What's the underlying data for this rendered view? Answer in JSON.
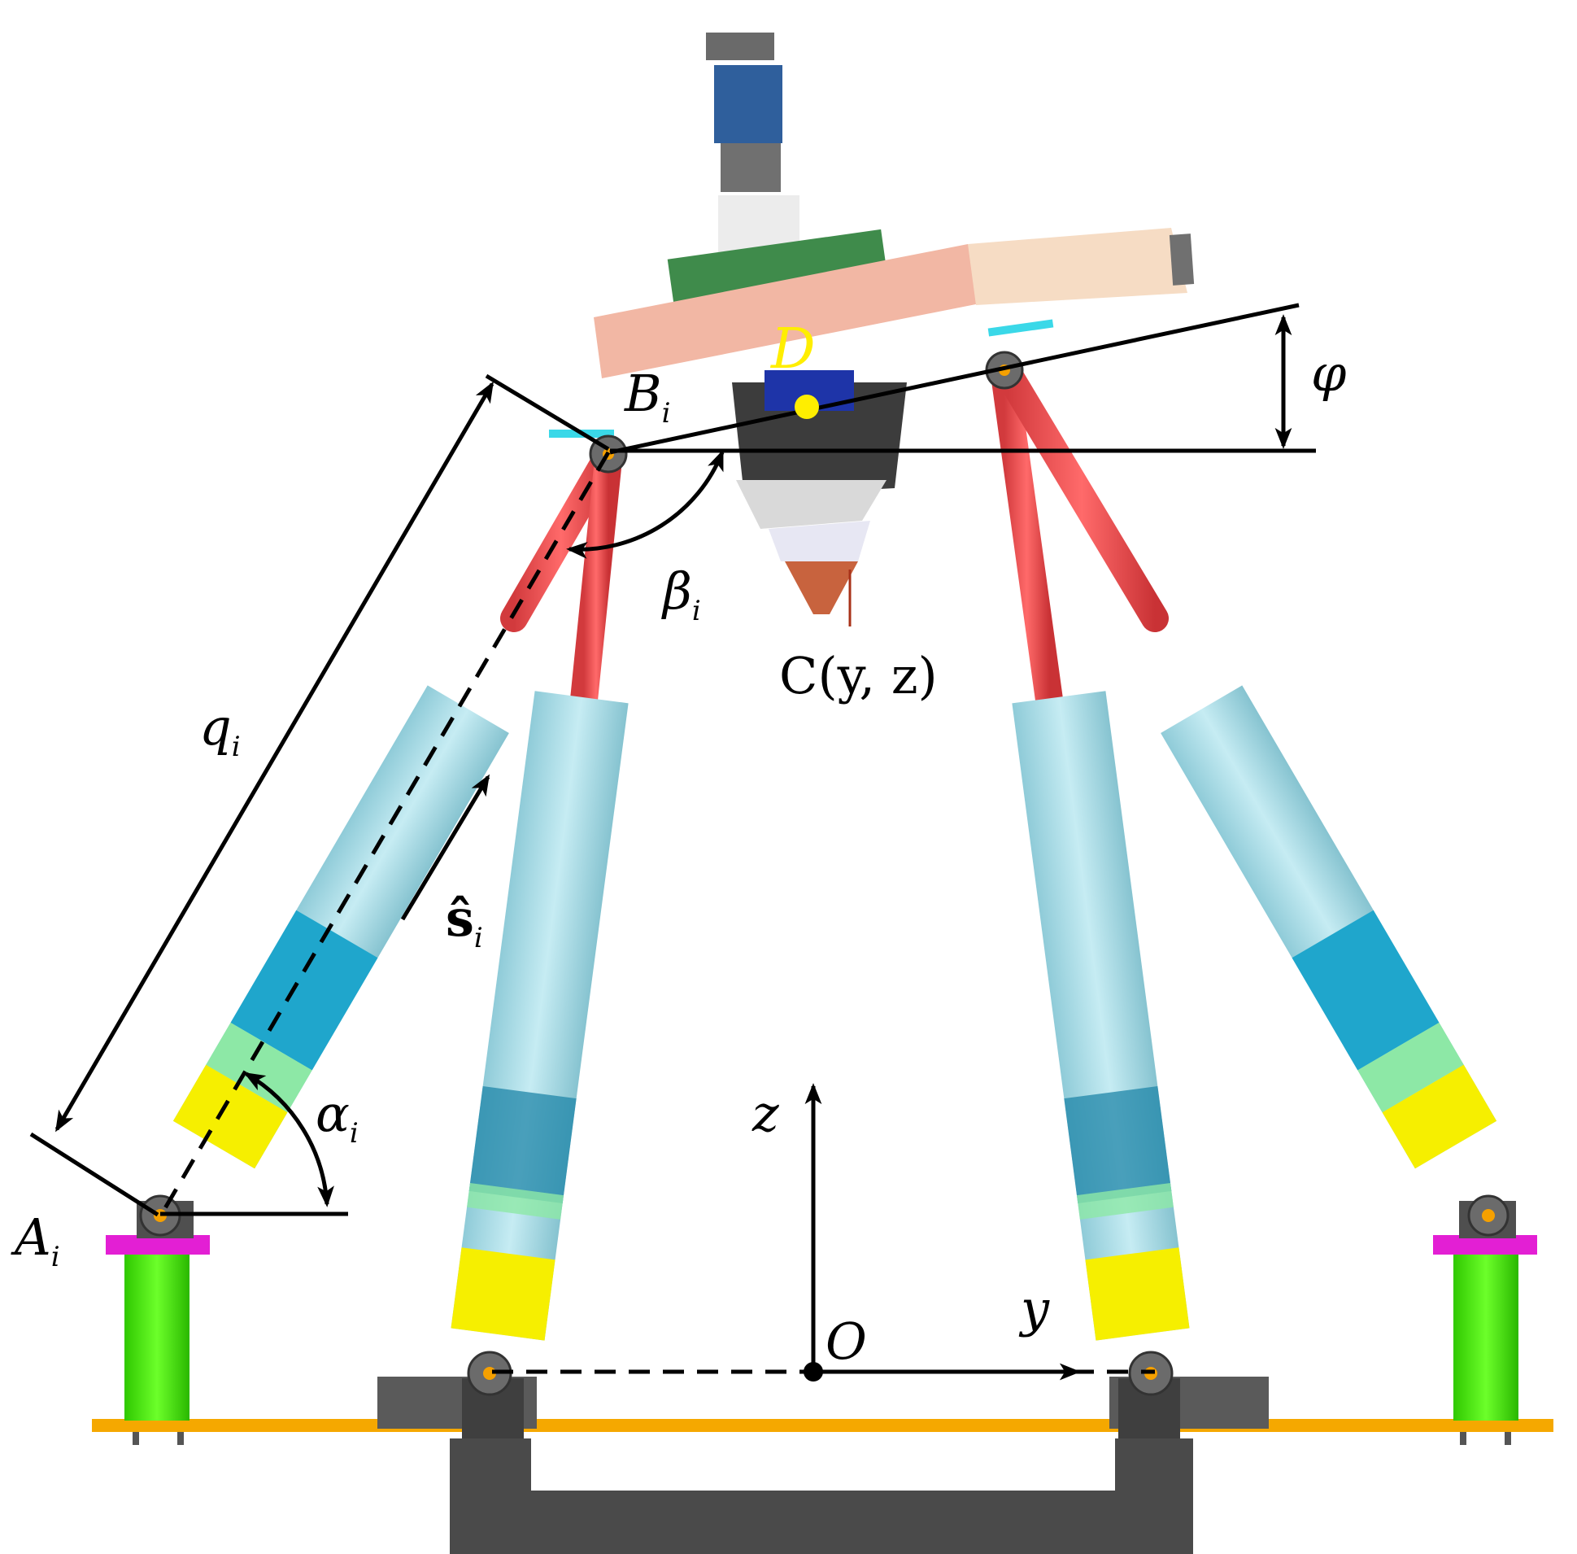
{
  "labels": {
    "base_joint": "A",
    "base_joint_sub": "i",
    "platform_joint": "B",
    "platform_joint_sub": "i",
    "platform_point": "D",
    "tool_point": "C(y, z)",
    "leg_length": "q",
    "leg_length_sub": "i",
    "leg_unit_vector": "ŝ",
    "leg_unit_vector_sub": "i",
    "base_angle": "α",
    "base_angle_sub": "i",
    "platform_angle": "β",
    "platform_angle_sub": "i",
    "tilt_angle": "φ",
    "origin": "O",
    "axis_y": "y",
    "axis_z": "z"
  },
  "colors": {
    "annotation": "#000000",
    "point_D": "#ffee00",
    "leg_rod": "#e8474a",
    "leg_cylinder": "#a9dbe6",
    "leg_sleeve": "#1fa6cc",
    "leg_band_green": "#8de8a6",
    "leg_band_yellow": "#f6ef00",
    "pillar": "#3fe800",
    "pillar_cap": "#e31fd4",
    "base_plate": "#f5a800",
    "frame": "#4d4d4d",
    "platform": "#f2b7a4",
    "platform_ext": "#f6dcc4"
  }
}
